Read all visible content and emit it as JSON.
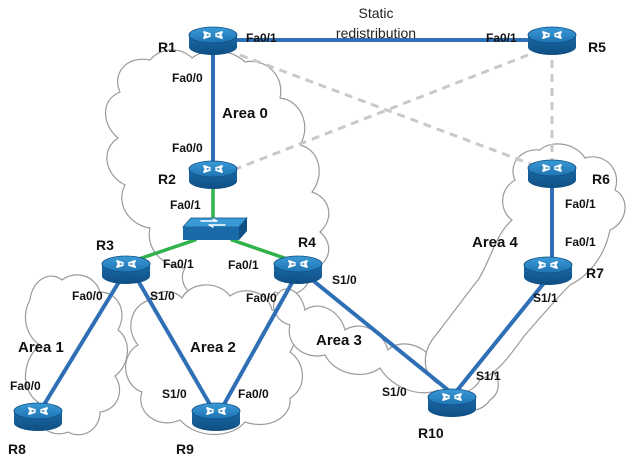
{
  "diagram": {
    "note": [
      "Static",
      "redistribution"
    ],
    "areas": {
      "area0": "Area 0",
      "area1": "Area 1",
      "area2": "Area 2",
      "area3": "Area 3",
      "area4": "Area 4"
    },
    "routers": {
      "r1": "R1",
      "r2": "R2",
      "r3": "R3",
      "r4": "R4",
      "r5": "R5",
      "r6": "R6",
      "r7": "R7",
      "r8": "R8",
      "r9": "R9",
      "r10": "R10"
    },
    "interfaces": {
      "r1_fa01": "Fa0/1",
      "r1_fa00": "Fa0/0",
      "r5_fa01": "Fa0/1",
      "r2_fa00": "Fa0/0",
      "r2_fa01": "Fa0/1",
      "r3_fa01": "Fa0/1",
      "r3_fa00": "Fa0/0",
      "r3_s10": "S1/0",
      "r4_fa01": "Fa0/1",
      "r4_fa00": "Fa0/0",
      "r4_s10": "S1/0",
      "r6_fa01": "Fa0/1",
      "r7_fa01": "Fa0/1",
      "r7_s11": "S1/1",
      "r8_fa00": "Fa0/0",
      "r9_s10": "S1/0",
      "r9_fa00": "Fa0/0",
      "r10_s10": "S1/0",
      "r10_s11": "S1/1"
    },
    "colors": {
      "router_body": "#1d6aa5",
      "router_top": "#2b86c6",
      "link": "#2e6fb6",
      "switch_link": "#2fb34a",
      "dashed_link": "#c9c9c9"
    }
  }
}
